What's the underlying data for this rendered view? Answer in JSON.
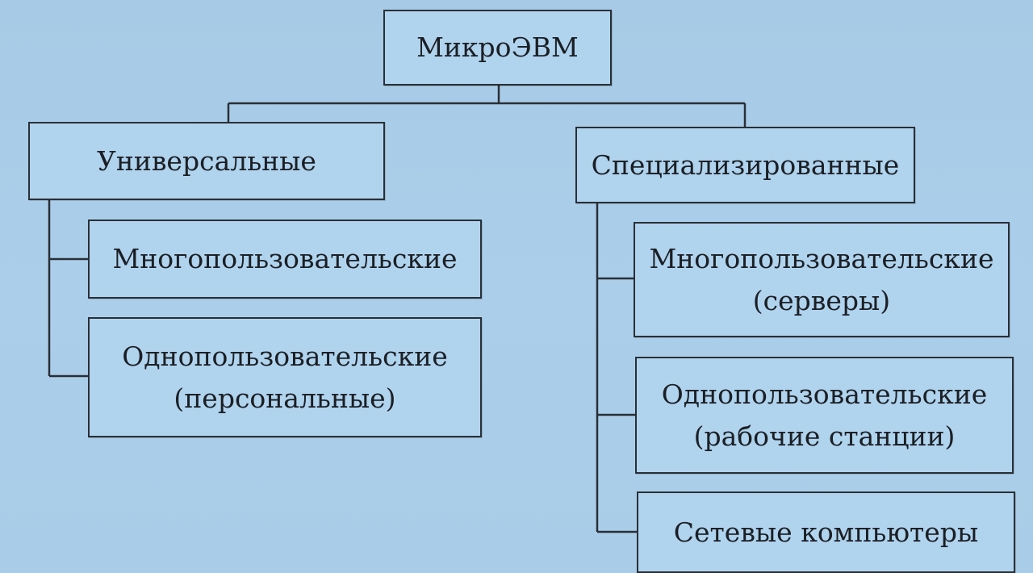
{
  "root": {
    "label": "МикроЭВМ"
  },
  "branches": [
    {
      "label": "Универсальные",
      "children": [
        {
          "line1": "Многопользовательские",
          "line2": ""
        },
        {
          "line1": "Однопользовательские",
          "line2": "(персональные)"
        }
      ]
    },
    {
      "label": "Специализированные",
      "children": [
        {
          "line1": "Многопользовательские",
          "line2": "(серверы)"
        },
        {
          "line1": "Однопользовательские",
          "line2": "(рабочие станции)"
        },
        {
          "line1": "Сетевые компьютеры",
          "line2": ""
        }
      ]
    }
  ]
}
